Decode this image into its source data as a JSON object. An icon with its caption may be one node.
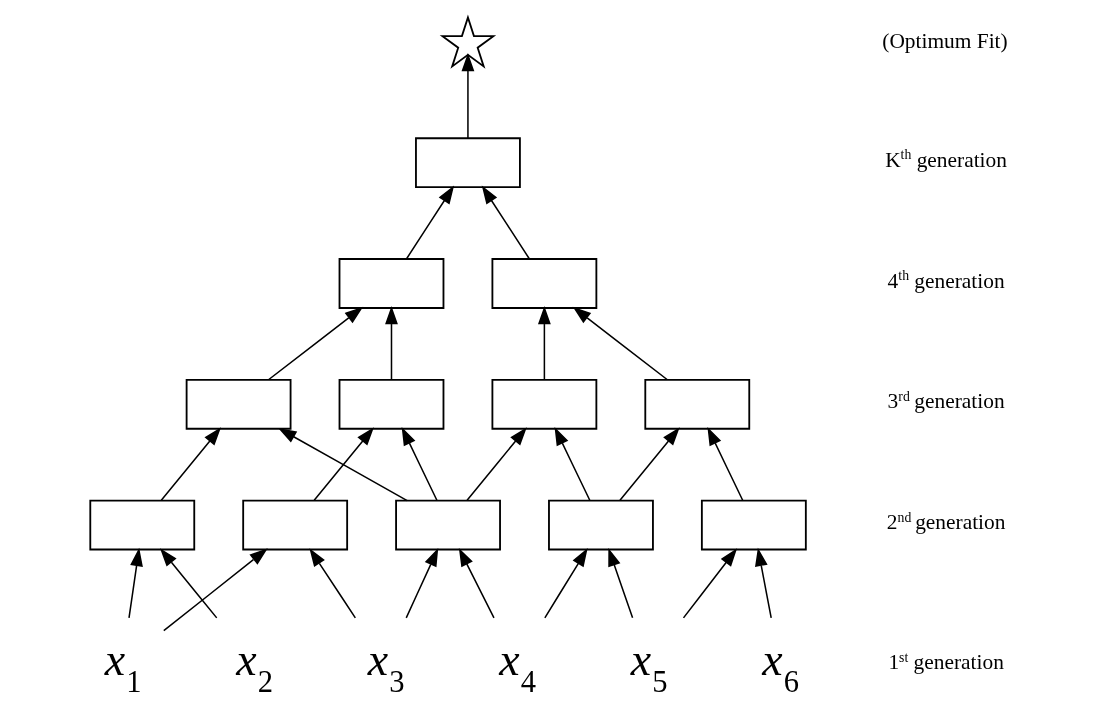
{
  "diagram": {
    "nodes": [
      {
        "text": [],
        "shape": "star"
      },
      {
        "text": [],
        "shape": "box"
      },
      {
        "text": [],
        "shape": "box"
      },
      {
        "text": [],
        "shape": "box"
      },
      {
        "text": [],
        "shape": "box"
      },
      {
        "text": [],
        "shape": "box"
      },
      {
        "text": [],
        "shape": "box"
      },
      {
        "text": [],
        "shape": "box"
      },
      {
        "text": [],
        "shape": "box"
      },
      {
        "text": [],
        "shape": "box"
      },
      {
        "text": [],
        "shape": "box"
      },
      {
        "text": [],
        "shape": "box"
      },
      {
        "text": [],
        "shape": "box"
      },
      {
        "text": [
          "*x*$_{1}$"
        ]
      },
      {
        "text": [
          "*x*$_{2}$"
        ]
      },
      {
        "text": [
          "*x*$_{3}$"
        ]
      },
      {
        "text": [
          "*x*$_{4}$"
        ]
      },
      {
        "text": [
          "*x*$_{5}$"
        ]
      },
      {
        "text": [
          "*x*$_{6}$"
        ]
      }
    ],
    "edges": [
      {
        "from": 1,
        "to": 0,
        "arrow": "to"
      },
      {
        "from": 2,
        "to": 1,
        "arrow": "to"
      },
      {
        "from": 3,
        "to": 1,
        "arrow": "to"
      },
      {
        "from": 4,
        "to": 2,
        "arrow": "to"
      },
      {
        "from": 5,
        "to": 2,
        "arrow": "to"
      },
      {
        "from": 6,
        "to": 3,
        "arrow": "to"
      },
      {
        "from": 7,
        "to": 3,
        "arrow": "to"
      },
      {
        "from": 8,
        "to": 4,
        "arrow": "to"
      },
      {
        "from": 10,
        "to": 4,
        "arrow": "to"
      },
      {
        "from": 9,
        "to": 5,
        "arrow": "to"
      },
      {
        "from": 10,
        "to": 5,
        "arrow": "to"
      },
      {
        "from": 10,
        "to": 6,
        "arrow": "to"
      },
      {
        "from": 11,
        "to": 6,
        "arrow": "to"
      },
      {
        "from": 11,
        "to": 7,
        "arrow": "to"
      },
      {
        "from": 12,
        "to": 7,
        "arrow": "to"
      },
      {
        "from": 13,
        "to": 8,
        "arrow": "to"
      },
      {
        "from": 13,
        "to": 9,
        "arrow": "to"
      },
      {
        "from": 14,
        "to": 8,
        "arrow": "to"
      },
      {
        "from": 15,
        "to": 9,
        "arrow": "to"
      },
      {
        "from": 15,
        "to": 10,
        "arrow": "to"
      },
      {
        "from": 16,
        "to": 10,
        "arrow": "to"
      },
      {
        "from": 16,
        "to": 11,
        "arrow": "to"
      },
      {
        "from": 17,
        "to": 11,
        "arrow": "to"
      },
      {
        "from": 17,
        "to": 12,
        "arrow": "to"
      },
      {
        "from": 18,
        "to": 12,
        "arrow": "to"
      }
    ],
    "labels": [
      "(Optimum Fit)",
      "K$^{th}$ generation",
      "4$^{th}$ generation",
      "3$^{rd}$ generation",
      "2$^{nd}$ generation",
      "1$^{st}$ generation"
    ]
  }
}
